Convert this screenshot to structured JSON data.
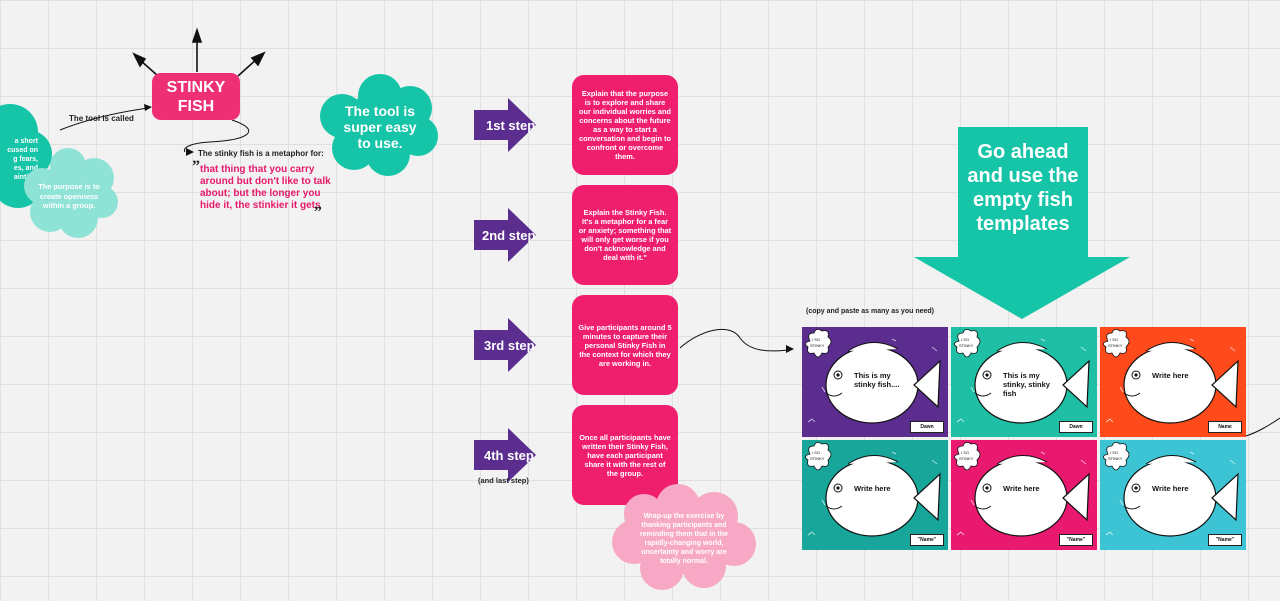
{
  "intro": {
    "title": "STINKY\nFISH",
    "tool_called": "The tool is called",
    "metaphor_for": "The stinky fish is a metaphor for:",
    "quote_open": "”",
    "quote": "that thing that you carry around but don't like to talk about; but the longer you hide it, the stinkier it gets",
    "quote_close": "„",
    "left_cloud_lines": [
      "a short",
      "cused on",
      "g fears,",
      "es, and",
      "ainties."
    ],
    "purpose_cloud": "The purpose is to create openness within a group.",
    "easy_cloud": "The tool is super easy to use."
  },
  "steps": [
    {
      "label": "1st step",
      "text": "Explain that the purpose is to explore and share our individual worries and concerns about the future as a way to start a conversation and begin to confront or overcome them."
    },
    {
      "label": "2nd step",
      "text": "Explain the Stinky Fish. It's a metaphor for a fear or anxiety; something that will only get worse if you don't acknowledge and deal with it.\""
    },
    {
      "label": "3rd step",
      "text": "Give participants around 5 minutes to capture their personal Stinky Fish in the context for which they are working in."
    },
    {
      "label": "4th step",
      "text": "Once all participants have written their Stinky Fish, have each participant share it with the rest of the group."
    }
  ],
  "last_step_note": "(and last step)",
  "wrapup_cloud": "Wrap-up the exercise by thanking participants and reminding them that in the rapidly-changing world, uncertainty and worry are totally normal.",
  "go_ahead": "Go ahead and use the empty fish templates",
  "copy_note": "(copy and paste as many as you need)",
  "templates": [
    {
      "bg": "#5a2d8f",
      "text": "This is my stinky fish....",
      "name": "Dawn"
    },
    {
      "bg": "#1fbfa6",
      "text": "This is my stinky, stinky fish",
      "name": "Dawn"
    },
    {
      "bg": "#ff4a1c",
      "text": "Write here",
      "name": "Name"
    },
    {
      "bg": "#19a69a",
      "text": "Write here",
      "name": "\"Name\""
    },
    {
      "bg": "#e8196e",
      "text": "Write here",
      "name": "\"Name\""
    },
    {
      "bg": "#3cc4d4",
      "text": "Write here",
      "name": "\"Name\""
    }
  ],
  "colors": {
    "pink": "#ef1f6e",
    "purple": "#5a2d8f",
    "teal": "#16c4a8",
    "light_teal": "#8fe2d6",
    "light_pink": "#f7a8c4"
  }
}
